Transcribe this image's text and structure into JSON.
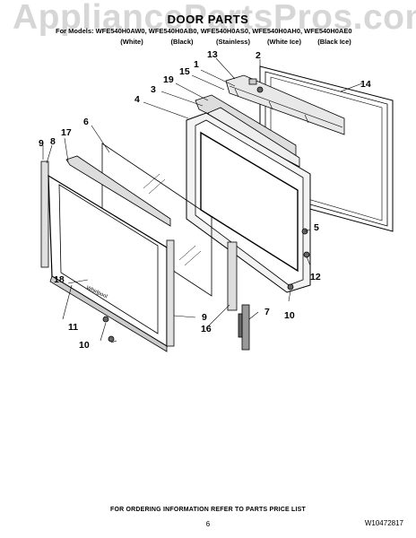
{
  "watermark": "AppliancePartsPros.com",
  "title": "DOOR PARTS",
  "models_line": "For Models: WFE540H0AW0, WFE540H0AB0, WFE540H0AS0, WFE540H0AH0, WFE540H0AE0",
  "colors": [
    "(White)",
    "(Black)",
    "(Stainless)",
    "(White Ice)",
    "(Black Ice)"
  ],
  "callouts": {
    "c1": "1",
    "c2": "2",
    "c3": "3",
    "c4": "4",
    "c5": "5",
    "c6": "6",
    "c7": "7",
    "c8": "8",
    "c9a": "9",
    "c9b": "9",
    "c10a": "10",
    "c10b": "10",
    "c11": "11",
    "c12": "12",
    "c13": "13",
    "c14": "14",
    "c15": "15",
    "c16": "16",
    "c17": "17",
    "c18": "18",
    "c19": "19"
  },
  "footer": "FOR ORDERING INFORMATION REFER TO PARTS PRICE LIST",
  "page_number": "6",
  "doc_id": "W10472817"
}
